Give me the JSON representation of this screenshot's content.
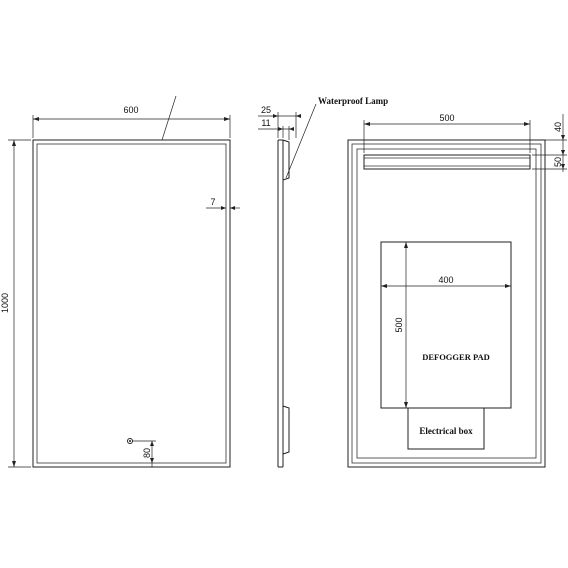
{
  "dimensions": {
    "front_width": "600",
    "front_height": "1000",
    "front_inset": "7",
    "front_sensor_offset": "80",
    "side_depth_total": "25",
    "side_depth_lamp": "11",
    "back_lamp_width": "500",
    "back_top_offset": "40",
    "back_lamp_height": "50",
    "pad_width": "400",
    "pad_height": "500"
  },
  "labels": {
    "waterproof_lamp": "Waterproof Lamp",
    "defogger_pad": "DEFOGGER PAD",
    "electrical_box": "Electrical box"
  }
}
